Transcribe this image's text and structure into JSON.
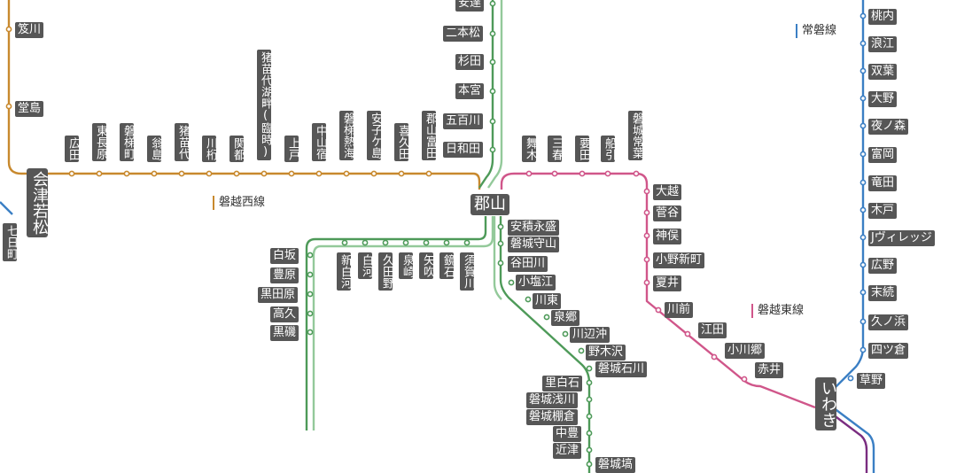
{
  "colors": {
    "banetsu_west": "#c8892e",
    "tohoku_main": "#4e9a59",
    "tohoku_main_light": "#93c99a",
    "banetsu_east": "#d0568a",
    "joban": "#3b7fc4",
    "purple": "#7a2d80",
    "label_bg": "#565656"
  },
  "legends": {
    "banetsu_west": "磐越西線",
    "banetsu_east": "磐越東線",
    "joban": "常磐線"
  },
  "hubs": {
    "koriyama": "郡山",
    "aizuwakamatsu": "会津若松",
    "iwaki": "いわき"
  },
  "stations": {
    "banetsu_west_left": [
      "笈川",
      "堂島"
    ],
    "nanukamachi": "七日町",
    "banetsu_west": [
      "広田",
      "東長原",
      "磐梯町",
      "翁島",
      "猪苗代",
      "川桁",
      "関都",
      "猪苗代湖畔(臨時)",
      "上戸",
      "中山宿",
      "磐梯熱海",
      "安子ケ島",
      "喜久田",
      "郡山富田"
    ],
    "tohoku_north": [
      "安達",
      "二本松",
      "杉田",
      "本宮",
      "五百川",
      "日和田"
    ],
    "tohoku_south": [
      "安積永盛",
      "磐城守山",
      "谷田川",
      "小塩江",
      "川東",
      "泉郷",
      "川辺沖",
      "野木沢",
      "磐城石川",
      "里白石",
      "磐城浅川",
      "磐城棚倉",
      "中豊",
      "近津",
      "磐城塙"
    ],
    "tohoku_main_south_horizontal": [
      "須賀川",
      "鏡石",
      "矢吹",
      "泉崎",
      "久田野",
      "白河",
      "新白河"
    ],
    "tohoku_main_south_vertical": [
      "白坂",
      "豊原",
      "黒田原",
      "高久",
      "黒磯"
    ],
    "banetsu_east_top": [
      "舞木",
      "三春",
      "要田",
      "船引",
      "磐城常葉"
    ],
    "banetsu_east_right": [
      "大越",
      "菅谷",
      "神俣",
      "小野新町",
      "夏井"
    ],
    "banetsu_east_lower": [
      "川前",
      "江田",
      "小川郷",
      "赤井"
    ],
    "joban": [
      "桃内",
      "浪江",
      "双葉",
      "大野",
      "夜ノ森",
      "富岡",
      "竜田",
      "木戸",
      "Jヴィレッジ",
      "広野",
      "末続",
      "久ノ浜",
      "四ツ倉",
      "草野"
    ]
  }
}
